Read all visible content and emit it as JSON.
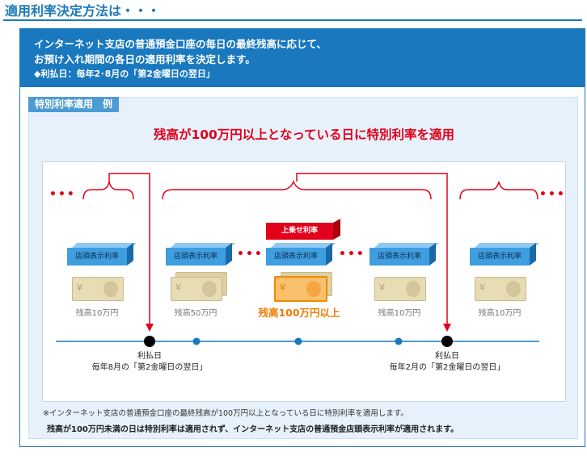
{
  "page_title": "適用利率決定方法は・・・",
  "intro": {
    "line1": "インターネット支店の普通預金口座の毎日の最終残高に応じて、",
    "line2": "お預け入れ期間の各日の適用利率を決定します。",
    "line3": "◆利払日：毎年2･8月の「第2金曜日の翌日」"
  },
  "example": {
    "tag": "特別利率適用　例",
    "headline": "残高が100万円以上となっている日に特別利率を適用",
    "bonus_label": "上乗せ利率",
    "rate_label": "店頭表示利率",
    "balances": [
      "残高10万円",
      "残高50万円",
      "残高100万円以上",
      "残高10万円",
      "残高10万円"
    ],
    "ellipsis": "・・・",
    "ellipsis_dots": "•••",
    "payday1": {
      "title": "利払日",
      "subtitle": "毎年8月の「第2金曜日の翌日」"
    },
    "payday2": {
      "title": "利払日",
      "subtitle": "毎年2月の「第2金曜日の翌日」"
    },
    "bill_symbol": "¥",
    "footnote1": "※インターネット支店の普通預金口座の最終残高が100万円以上となっている日に特別利率を適用します。",
    "footnote2": "残高が100万円未満の日は特別利率は適用されず、インターネット支店の普通預金店頭表示利率が適用されます。"
  },
  "colors": {
    "accent_blue": "#1978be",
    "red": "#e2001a",
    "orange": "#f07a00"
  }
}
